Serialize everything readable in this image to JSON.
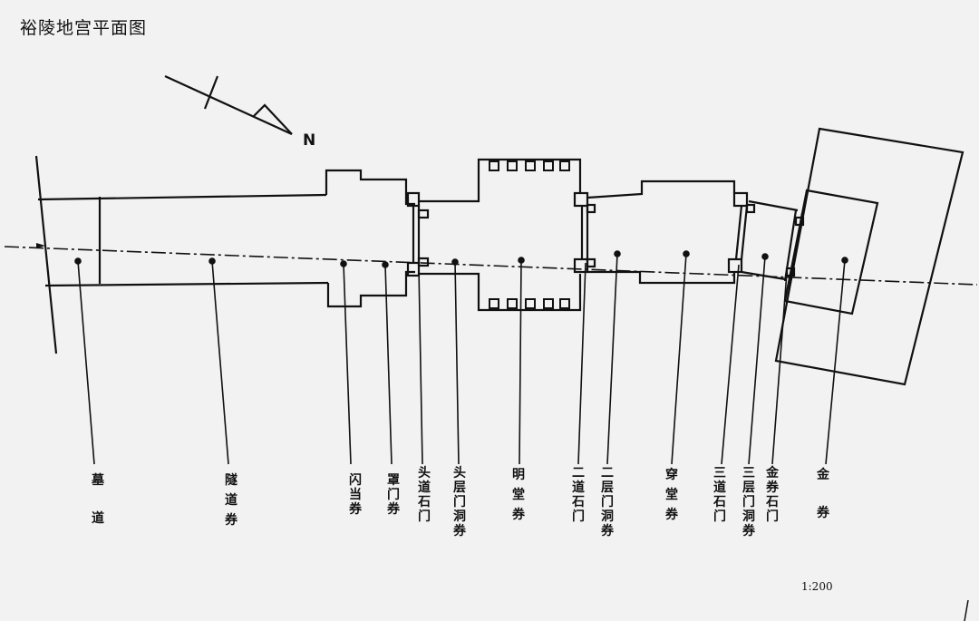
{
  "title": "裕陵地宫平面图",
  "north_label": "N",
  "scale": "1:200",
  "chambers": [
    {
      "id": "mudao",
      "label": "墓道"
    },
    {
      "id": "suidao",
      "label": "隧道券"
    },
    {
      "id": "shandang",
      "label": "闪当券"
    },
    {
      "id": "zhaomen",
      "label": "罩门券"
    },
    {
      "id": "toudao",
      "label": "头道石门"
    },
    {
      "id": "toucengmen",
      "label": "头层门洞券"
    },
    {
      "id": "mingtang",
      "label": "明堂券"
    },
    {
      "id": "erdao",
      "label": "二道石门"
    },
    {
      "id": "ercengmen",
      "label": "二层门洞券"
    },
    {
      "id": "chuantang",
      "label": "穿堂券"
    },
    {
      "id": "sandao",
      "label": "三道石门"
    },
    {
      "id": "sancengmen",
      "label": "三层门洞券"
    },
    {
      "id": "jinquanmen",
      "label": "金券石门"
    },
    {
      "id": "jinquan",
      "label": "金券"
    }
  ]
}
